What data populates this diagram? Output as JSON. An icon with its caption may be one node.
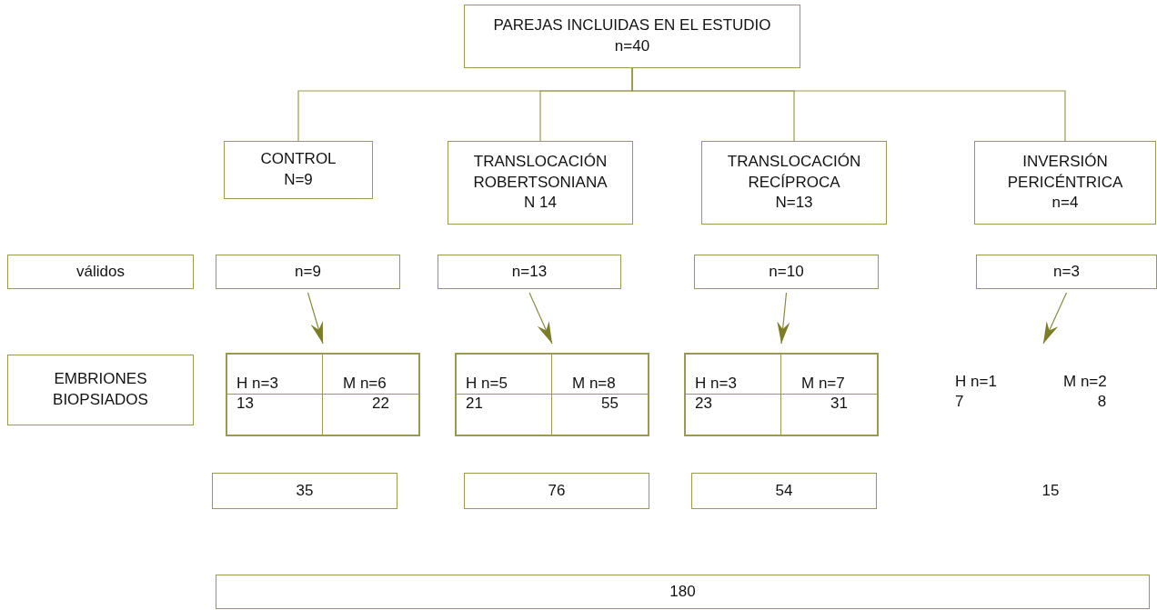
{
  "diagram": {
    "nodes": [
      {
        "text": [
          "PAREJAS INCLUIDAS EN EL ESTUDIO",
          "n=40"
        ]
      },
      {
        "text": [
          "CONTROL",
          "N=9"
        ]
      },
      {
        "text": [
          "TRANSLOCACIÓN ROBERTSONIANA",
          "N 14"
        ]
      },
      {
        "text": [
          "TRANSLOCACIÓN RECÍPROCA",
          "N=13"
        ]
      },
      {
        "text": [
          "INVERSIÓN PERICÉNTRICA",
          "n=4"
        ]
      },
      {
        "text": [
          "válidos"
        ]
      },
      {
        "text": [
          "n=9"
        ]
      },
      {
        "text": [
          "n=13"
        ]
      },
      {
        "text": [
          "n=10"
        ]
      },
      {
        "text": [
          "n=3"
        ]
      },
      {
        "text": [
          "EMBRIONES BIOPSIADOS"
        ]
      },
      {
        "text": [
          "H n=3",
          "M n=6",
          "13",
          "22"
        ]
      },
      {
        "text": [
          "H n=5",
          "M n=8",
          "21",
          "55"
        ]
      },
      {
        "text": [
          "H n=3",
          "M n=7",
          "23",
          "31"
        ]
      },
      {
        "text": [
          "H n=1",
          "M n=2",
          "7",
          "8"
        ]
      },
      {
        "text": [
          "35"
        ]
      },
      {
        "text": [
          "76"
        ]
      },
      {
        "text": [
          "54"
        ]
      },
      {
        "text": [
          "15"
        ]
      },
      {
        "text": [
          "180"
        ]
      }
    ],
    "edges": [
      {
        "from": 0,
        "to": 1,
        "arrow": "none"
      },
      {
        "from": 0,
        "to": 2,
        "arrow": "none"
      },
      {
        "from": 0,
        "to": 3,
        "arrow": "none"
      },
      {
        "from": 0,
        "to": 4,
        "arrow": "none"
      },
      {
        "from": 6,
        "to": 11,
        "arrow": "to"
      },
      {
        "from": 7,
        "to": 12,
        "arrow": "to"
      },
      {
        "from": 8,
        "to": 13,
        "arrow": "to"
      },
      {
        "from": 9,
        "to": 14,
        "arrow": "to"
      }
    ]
  }
}
